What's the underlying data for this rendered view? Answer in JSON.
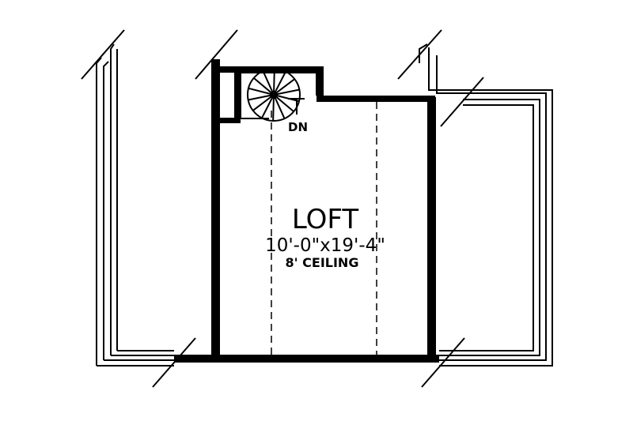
{
  "room": {
    "name": "LOFT",
    "dimensions": "10'-0\"x19'-4\"",
    "ceiling": "8' CEILING"
  },
  "stair": {
    "direction_label": "DN"
  },
  "colors": {
    "ink": "#000000",
    "background": "#ffffff"
  }
}
